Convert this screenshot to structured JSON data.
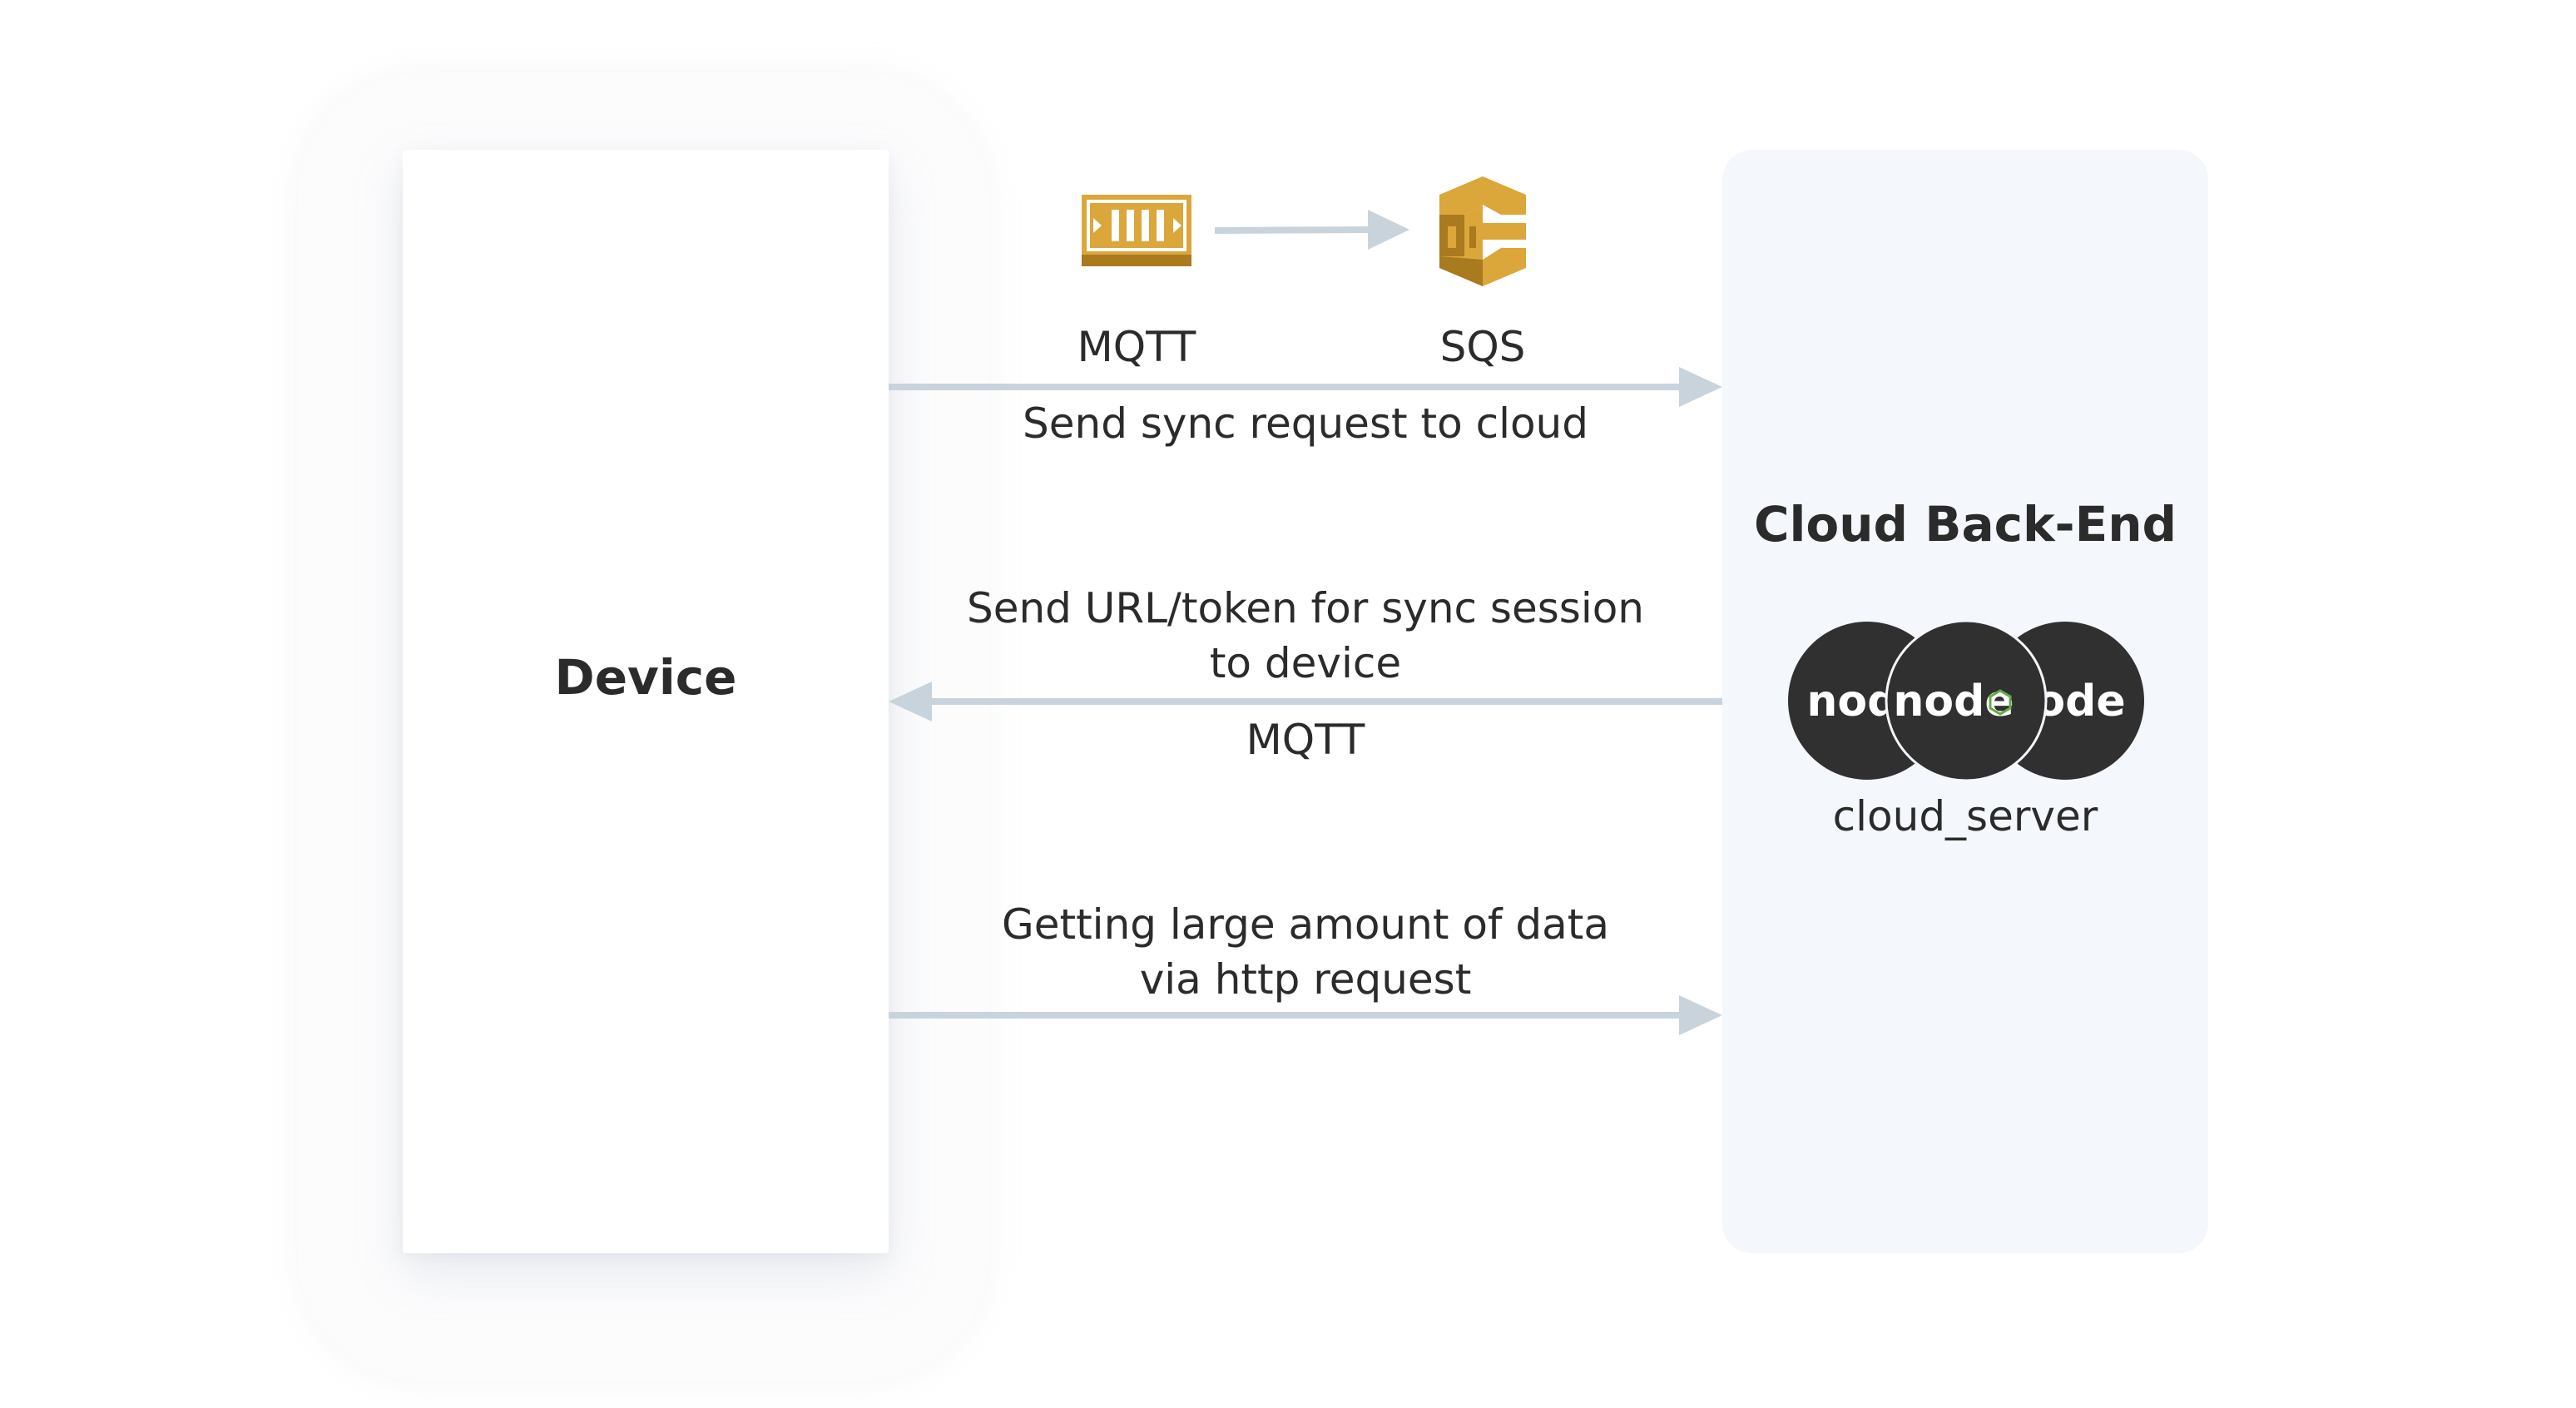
{
  "device": {
    "label": "Device"
  },
  "cloud": {
    "title": "Cloud Back-End",
    "server_label": "cloud_server",
    "logo_text": "node"
  },
  "services": {
    "mqtt_label": "MQTT",
    "sqs_label": "SQS"
  },
  "flows": {
    "request": {
      "label": "Send sync request to cloud"
    },
    "response": {
      "line1": "Send URL/token for sync session",
      "line2": "to device",
      "protocol": "MQTT"
    },
    "data": {
      "line1": "Getting large amount of data",
      "line2": "via http request"
    }
  },
  "colors": {
    "arrow": "#c9d3dc",
    "aws_gold": "#dba63a",
    "aws_gold_dark": "#a97a1e",
    "node_dark": "#303030",
    "node_green": "#66a84a",
    "text": "#2b2b2b",
    "cloud_bg": "#f4f7fb"
  }
}
